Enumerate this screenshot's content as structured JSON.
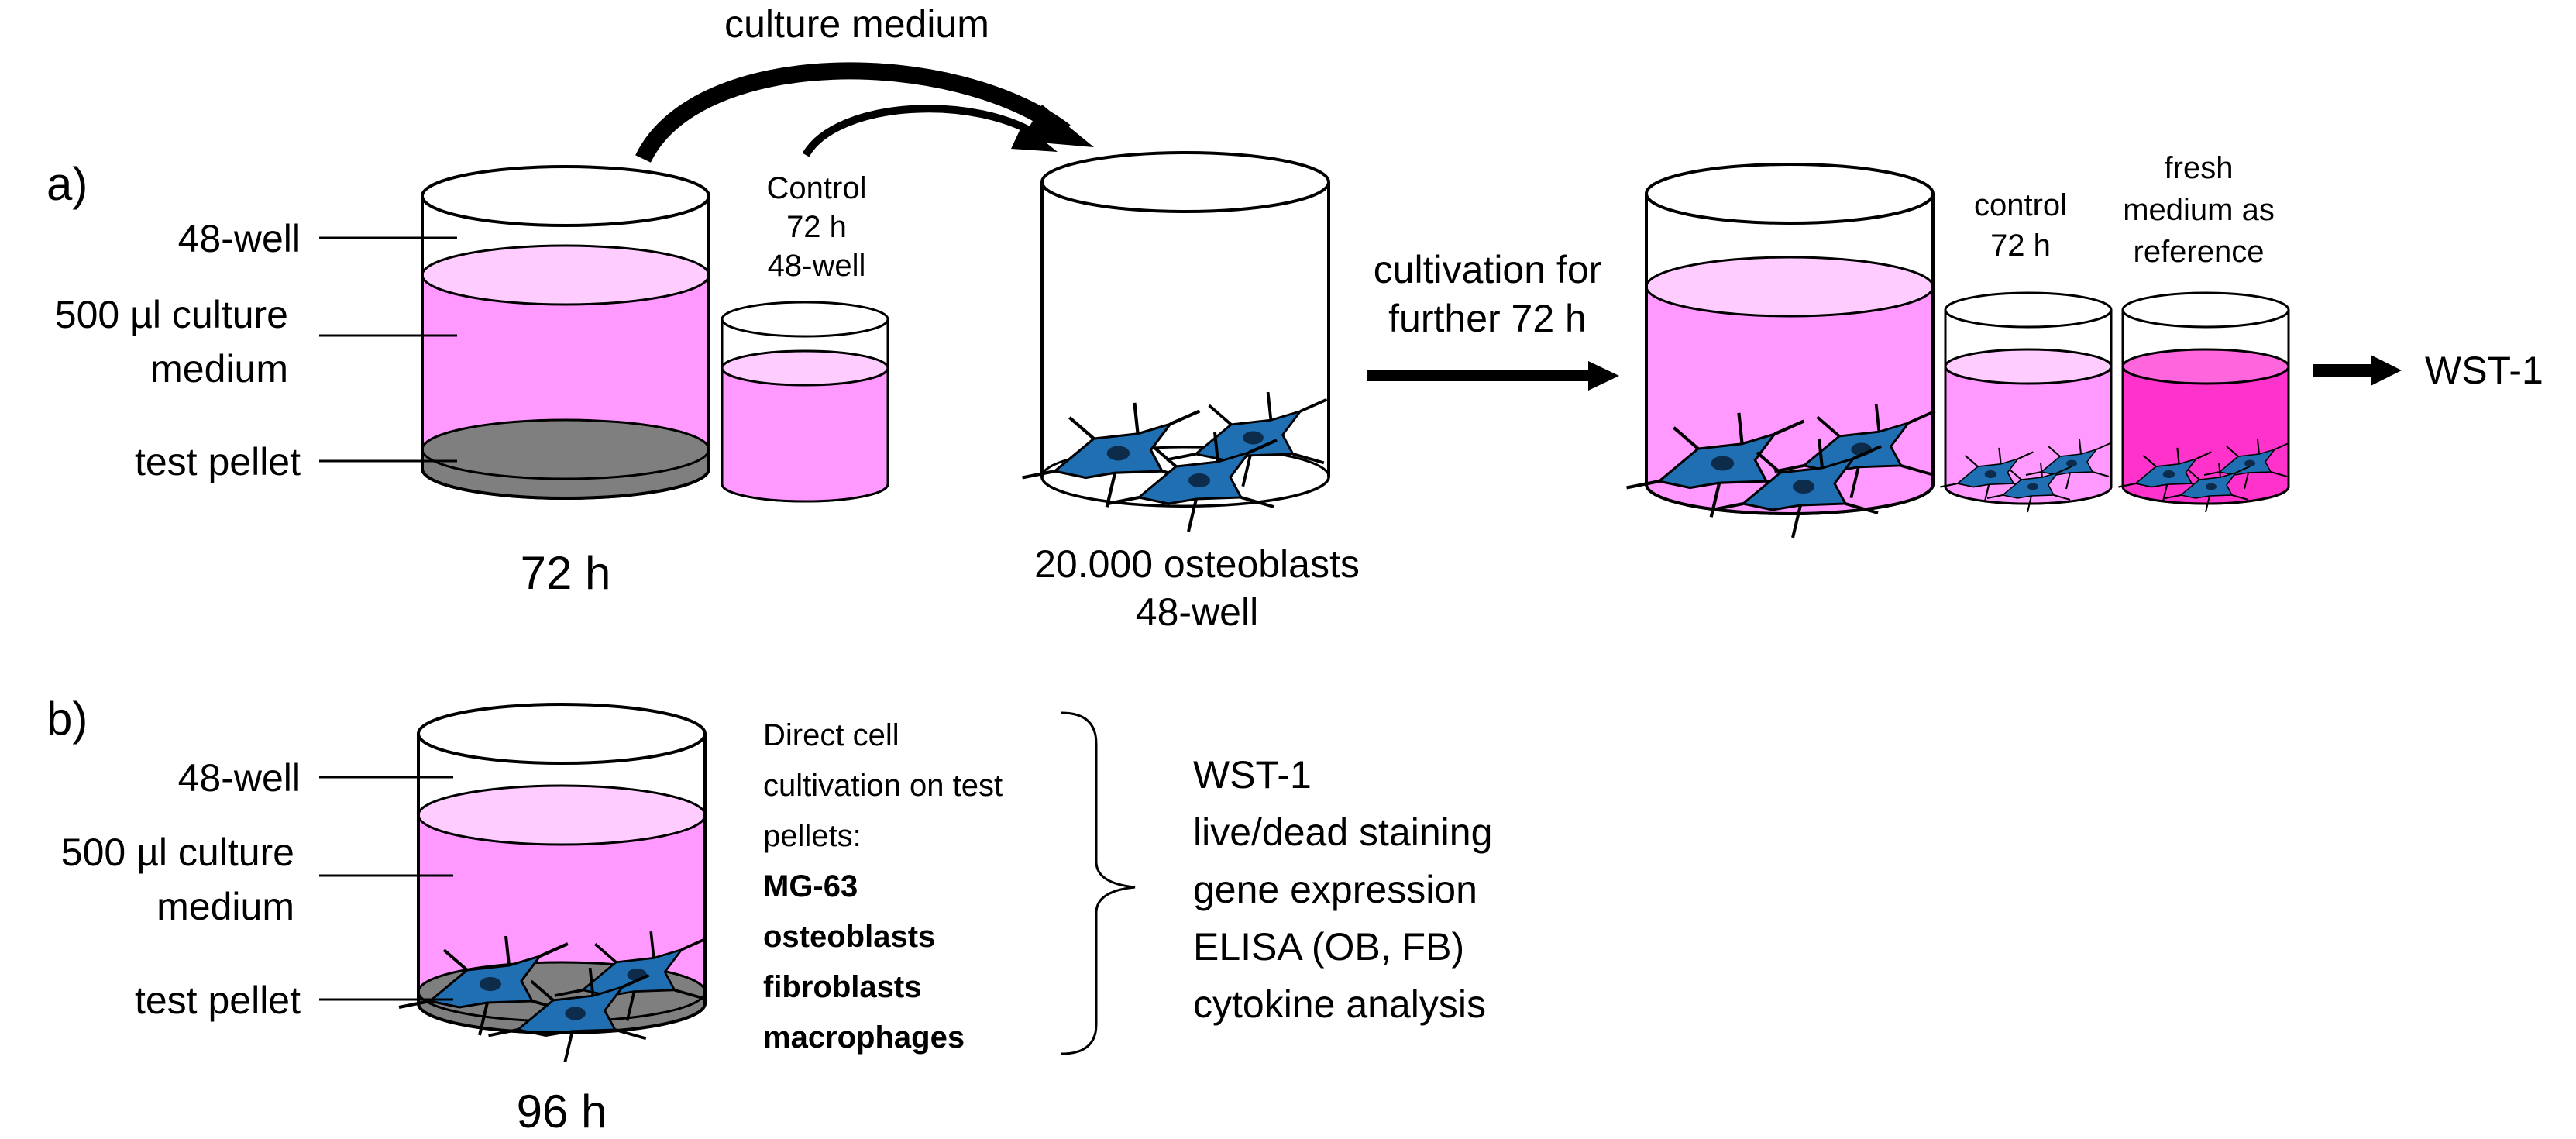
{
  "colors": {
    "medium_body": "#ff99ff",
    "medium_top": "#ffccff",
    "fresh_medium_body": "#ff33cc",
    "fresh_medium_top": "#ff66dd",
    "pellet": "#7f7f7f",
    "pellet_top": "#999999",
    "cell": "#1f6fb2",
    "nucleus": "#0d2b4a",
    "outline": "#000000"
  },
  "panel_a": {
    "label": "a)",
    "transfer_label": "culture medium",
    "well_labels": {
      "well": "48-well",
      "medium_line1": "500 µl culture",
      "medium_line2": "medium",
      "pellet": "test pellet"
    },
    "incubation": "72 h",
    "control": [
      "Control",
      "72 h",
      "48-well"
    ],
    "seeded_well": [
      "20.000 osteoblasts",
      "48-well"
    ],
    "cultivation": [
      "cultivation for",
      "further 72 h"
    ],
    "right_control": [
      "control",
      "72 h"
    ],
    "reference": [
      "fresh",
      "medium as",
      "reference"
    ],
    "assay": "WST-1"
  },
  "panel_b": {
    "label": "b)",
    "well_labels": {
      "well": "48-well",
      "medium_line1": "500 µl culture",
      "medium_line2": "medium",
      "pellet": "test pellet"
    },
    "incubation": "96 h",
    "direct_title": [
      "Direct cell",
      "cultivation on test",
      "pellets:"
    ],
    "cell_types": [
      "MG-63",
      "osteoblasts",
      "fibroblasts",
      "macrophages"
    ],
    "analyses": [
      "WST-1",
      "live/dead staining",
      "gene expression",
      "ELISA (OB, FB)",
      "cytokine analysis"
    ]
  }
}
